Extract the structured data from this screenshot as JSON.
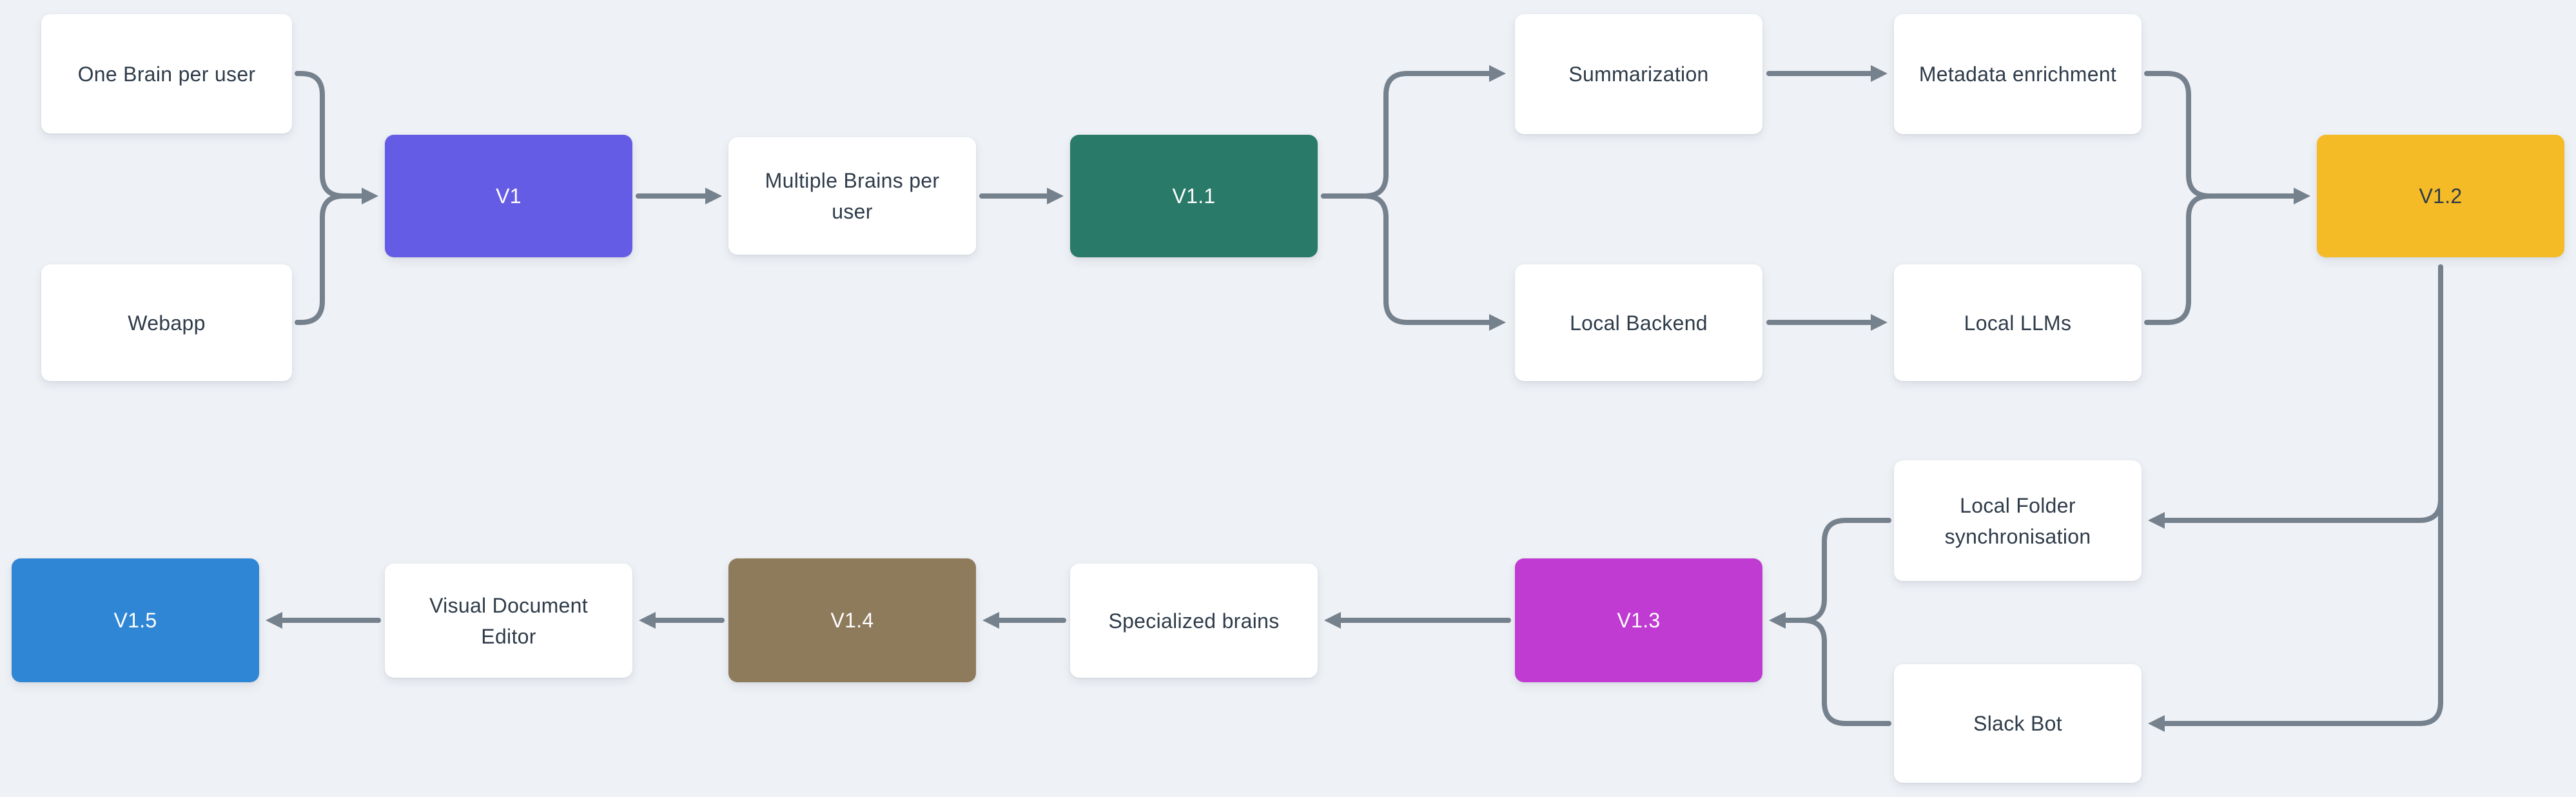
{
  "diagram": {
    "background_color": "#eef1f5",
    "connector_color": "#76818e",
    "default_text_color": "#2e3b49",
    "nodes": [
      {
        "id": "one-brain-per-user",
        "label": "One Brain per user",
        "type": "feature",
        "fill": "#ffffff",
        "text_color": "#2e3b49"
      },
      {
        "id": "webapp",
        "label": "Webapp",
        "type": "feature",
        "fill": "#ffffff",
        "text_color": "#2e3b49"
      },
      {
        "id": "v1",
        "label": "V1",
        "type": "milestone",
        "fill": "#655ce6",
        "text_color": "#ffffff"
      },
      {
        "id": "multiple-brains-per-user",
        "label": "Multiple Brains per\nuser",
        "type": "feature",
        "fill": "#ffffff",
        "text_color": "#2e3b49"
      },
      {
        "id": "v1-1",
        "label": "V1.1",
        "type": "milestone",
        "fill": "#297a68",
        "text_color": "#ffffff"
      },
      {
        "id": "summarization",
        "label": "Summarization",
        "type": "feature",
        "fill": "#ffffff",
        "text_color": "#2e3b49"
      },
      {
        "id": "metadata-enrichment",
        "label": "Metadata enrichment",
        "type": "feature",
        "fill": "#ffffff",
        "text_color": "#2e3b49"
      },
      {
        "id": "v1-2",
        "label": "V1.2",
        "type": "milestone",
        "fill": "#f5bb26",
        "text_color": "#2e3b49"
      },
      {
        "id": "local-backend",
        "label": "Local Backend",
        "type": "feature",
        "fill": "#ffffff",
        "text_color": "#2e3b49"
      },
      {
        "id": "local-llms",
        "label": "Local LLMs",
        "type": "feature",
        "fill": "#ffffff",
        "text_color": "#2e3b49"
      },
      {
        "id": "local-folder-sync",
        "label": "Local Folder\nsynchronisation",
        "type": "feature",
        "fill": "#ffffff",
        "text_color": "#2e3b49"
      },
      {
        "id": "slack-bot",
        "label": "Slack Bot",
        "type": "feature",
        "fill": "#ffffff",
        "text_color": "#2e3b49"
      },
      {
        "id": "v1-3",
        "label": "V1.3",
        "type": "milestone",
        "fill": "#bf3bd1",
        "text_color": "#ffffff"
      },
      {
        "id": "specialized-brains",
        "label": "Specialized brains",
        "type": "feature",
        "fill": "#ffffff",
        "text_color": "#2e3b49"
      },
      {
        "id": "v1-4",
        "label": "V1.4",
        "type": "milestone",
        "fill": "#8e7b5c",
        "text_color": "#ffffff"
      },
      {
        "id": "visual-document-editor",
        "label": "Visual Document\nEditor",
        "type": "feature",
        "fill": "#ffffff",
        "text_color": "#2e3b49"
      },
      {
        "id": "v1-5",
        "label": "V1.5",
        "type": "milestone",
        "fill": "#2f86d5",
        "text_color": "#ffffff"
      }
    ],
    "edges": [
      {
        "from": "one-brain-per-user",
        "to": "v1"
      },
      {
        "from": "webapp",
        "to": "v1"
      },
      {
        "from": "v1",
        "to": "multiple-brains-per-user"
      },
      {
        "from": "multiple-brains-per-user",
        "to": "v1-1"
      },
      {
        "from": "v1-1",
        "to": "summarization"
      },
      {
        "from": "v1-1",
        "to": "local-backend"
      },
      {
        "from": "summarization",
        "to": "metadata-enrichment"
      },
      {
        "from": "local-backend",
        "to": "local-llms"
      },
      {
        "from": "metadata-enrichment",
        "to": "v1-2"
      },
      {
        "from": "local-llms",
        "to": "v1-2"
      },
      {
        "from": "v1-2",
        "to": "local-folder-sync"
      },
      {
        "from": "v1-2",
        "to": "slack-bot"
      },
      {
        "from": "local-folder-sync",
        "to": "v1-3"
      },
      {
        "from": "slack-bot",
        "to": "v1-3"
      },
      {
        "from": "v1-3",
        "to": "specialized-brains"
      },
      {
        "from": "specialized-brains",
        "to": "v1-4"
      },
      {
        "from": "v1-4",
        "to": "visual-document-editor"
      },
      {
        "from": "visual-document-editor",
        "to": "v1-5"
      }
    ]
  }
}
